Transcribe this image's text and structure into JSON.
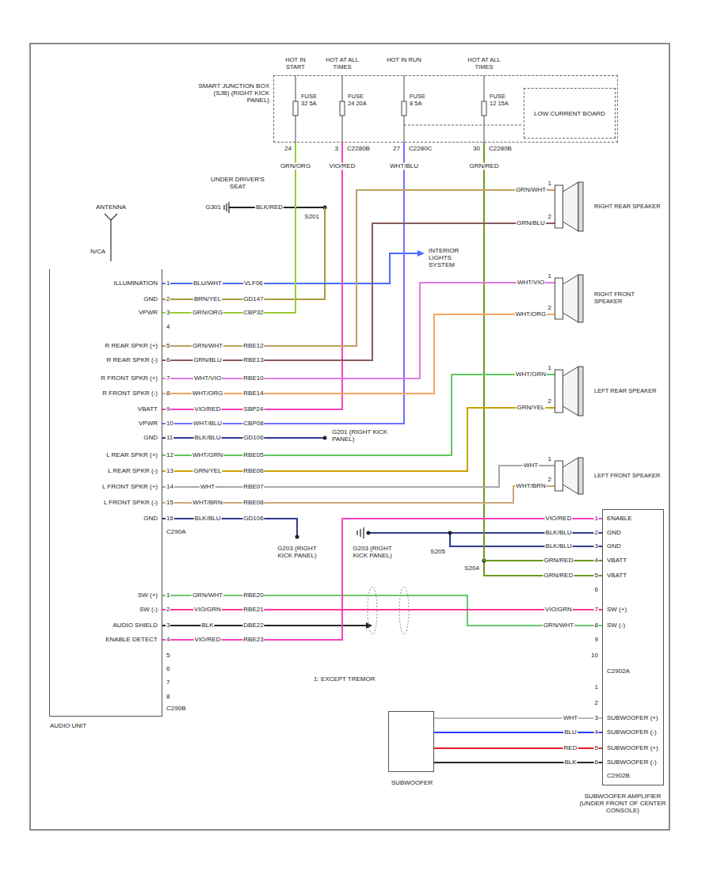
{
  "diagram": {
    "nodes": [
      {
        "text": [
          "SMART JUNCTION BOX (SJB) (RIGHT KICK PANEL)"
        ]
      },
      {
        "text": [
          "LOW CURRENT BOARD"
        ],
        "in": 0
      },
      {
        "text": [
          "AUDIO UNIT"
        ]
      },
      {
        "text": [
          "RIGHT REAR SPEAKER"
        ]
      },
      {
        "text": [
          "RIGHT FRONT SPEAKER"
        ]
      },
      {
        "text": [
          "LEFT REAR SPEAKER"
        ]
      },
      {
        "text": [
          "LEFT FRONT SPEAKER"
        ]
      },
      {
        "text": [
          "SUBWOOFER AMPLIFIER (UNDER FRONT OF CENTER CONSOLE)"
        ]
      },
      {
        "text": [
          "SUBWOOFER"
        ]
      }
    ],
    "edges": [
      {
        "from": 0,
        "to": 2,
        "arrow": "none"
      },
      {
        "from": 0,
        "to": 2,
        "arrow": "none"
      },
      {
        "from": 0,
        "to": 2,
        "arrow": "none"
      },
      {
        "from": 0,
        "to": 7,
        "arrow": "none"
      },
      {
        "from": 2,
        "to": 3,
        "arrow": "none"
      },
      {
        "from": 2,
        "to": 3,
        "arrow": "none"
      },
      {
        "from": 2,
        "to": 4,
        "arrow": "none"
      },
      {
        "from": 2,
        "to": 4,
        "arrow": "none"
      },
      {
        "from": 2,
        "to": 5,
        "arrow": "none"
      },
      {
        "from": 2,
        "to": 5,
        "arrow": "none"
      },
      {
        "from": 2,
        "to": 6,
        "arrow": "none"
      },
      {
        "from": 2,
        "to": 6,
        "arrow": "none"
      },
      {
        "from": 2,
        "to": 7,
        "arrow": "none"
      },
      {
        "from": 2,
        "to": 7,
        "arrow": "none"
      },
      {
        "from": 2,
        "to": 7,
        "arrow": "none"
      },
      {
        "from": 7,
        "to": 8,
        "arrow": "none"
      },
      {
        "from": 7,
        "to": 8,
        "arrow": "none"
      },
      {
        "from": 7,
        "to": 8,
        "arrow": "none"
      },
      {
        "from": 7,
        "to": 8,
        "arrow": "none"
      }
    ],
    "labels": [
      "HOT IN START",
      "HOT AT ALL TIMES",
      "HOT IN RUN",
      "HOT AT ALL TIMES",
      "FUSE 32 5A",
      "FUSE 24 20A",
      "FUSE 8 5A",
      "FUSE 12 15A",
      "24",
      "3",
      "C2280B",
      "27",
      "C2280C",
      "30",
      "C2280B",
      "GRN/ORG",
      "VIO/RED",
      "WHT/BLU",
      "GRN/RED",
      "UNDER DRIVER'S SEAT",
      "G301",
      "BLK/RED",
      "S201",
      "ANTENNA",
      "N/CA",
      "INTERIOR LIGHTS SYSTEM",
      "ILLUMINATION",
      "GND",
      "VPWR",
      "R REAR SPKR (+)",
      "R REAR SPKR (-)",
      "R FRONT SPKR (+)",
      "R FRONT SPKR (-)",
      "VBATT",
      "VPWR",
      "GND",
      "L REAR SPKR (+)",
      "L REAR SPKR (-)",
      "L FRONT SPKR (+)",
      "L FRONT SPKR (-)",
      "GND",
      "1",
      "2",
      "3",
      "4",
      "5",
      "6",
      "7",
      "8",
      "9",
      "10",
      "11",
      "12",
      "13",
      "14",
      "15",
      "16",
      "C290A",
      "BLU/WHT",
      "VLF06",
      "BRN/YEL",
      "GD147",
      "GRN/ORG",
      "CBP32",
      "GRN/WHT",
      "RBE12",
      "GRN/BLU",
      "RBE13",
      "WHT/VIO",
      "RBE10",
      "WHT/ORG",
      "RBE14",
      "VIO/RED",
      "SBP24",
      "WHT/BLU",
      "CBP08",
      "BLK/BLU",
      "GD106",
      "WHT/GRN",
      "RBE05",
      "GRN/YEL",
      "RBE06",
      "WHT",
      "RBE07",
      "WHT/BRN",
      "RBE08",
      "BLK/BLU",
      "GD106",
      "SW (+)",
      "SW (-)",
      "AUDIO SHIELD",
      "ENABLE DETECT",
      "1",
      "2",
      "3",
      "4",
      "5",
      "6",
      "7",
      "8",
      "C290B",
      "GRN/WHT",
      "RBE20",
      "VIO/GRN",
      "RBE21",
      "BLK",
      "DBE22",
      "VIO/RED",
      "RBE23",
      "G201 (RIGHT KICK PANEL)",
      "G203 (RIGHT KICK PANEL)",
      "G203 (RIGHT KICK PANEL)",
      "S205",
      "S204",
      "VIO/RED",
      "BLK/BLU",
      "BLK/BLU",
      "GRN/RED",
      "GRN/RED",
      "VIO/GRN",
      "GRN/WHT",
      "1",
      "2",
      "3",
      "4",
      "5",
      "6",
      "7",
      "8",
      "9",
      "10",
      "C2902A",
      "1",
      "2",
      "3",
      "4",
      "5",
      "6",
      "C2902B",
      "ENABLE",
      "GND",
      "GND",
      "VBATT",
      "VBATT",
      "SW (+)",
      "SW (-)",
      "SUBWOOFER (+)",
      "SUBWOOFER (-)",
      "SUBWOOFER (+)",
      "SUBWOOFER (-)",
      "WHT",
      "BLU",
      "RED",
      "BLK",
      "GRN/WHT",
      "GRN/BLU",
      "WHT/VIO",
      "WHT/ORG",
      "WHT/GRN",
      "GRN/YEL",
      "WHT",
      "WHT/BRN",
      "1",
      "2",
      "1",
      "2",
      "1",
      "2",
      "1",
      "2",
      "1: EXCEPT TREMOR"
    ]
  }
}
